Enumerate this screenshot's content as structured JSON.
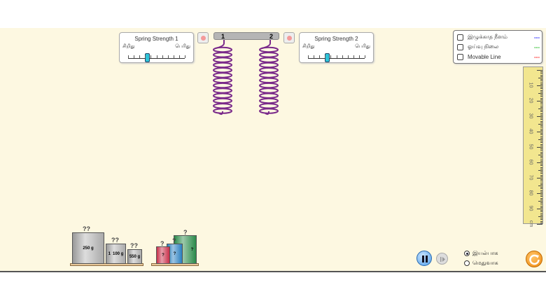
{
  "spring_strength_1": {
    "title": "Spring Strength 1",
    "min_label": "சிறிது",
    "max_label": "பெரிது",
    "value": 0.35
  },
  "spring_strength_2": {
    "title": "Spring Strength 2",
    "min_label": "சிறிது",
    "max_label": "பெரிது",
    "value": 0.35
  },
  "hanger": {
    "label1": "1",
    "label2": "2"
  },
  "options": [
    {
      "label": "இழுக்காத நீளம்",
      "dash": "---",
      "color": "#2222ff",
      "checked": false
    },
    {
      "label": "ஓய்வு நிலை",
      "dash": "---",
      "color": "#22bb22",
      "checked": false
    },
    {
      "label": "Movable Line",
      "dash": "---",
      "color": "#ff2222",
      "checked": false
    }
  ],
  "ruler": {
    "labels": [
      "10",
      "20",
      "30",
      "40",
      "50",
      "60",
      "70",
      "80",
      "90",
      "cm"
    ]
  },
  "masses": {
    "gray": [
      {
        "label": "250 g",
        "hook": "??"
      },
      {
        "label": "100 g",
        "hook": "??",
        "prefix": "1"
      },
      {
        "label": "50 g",
        "hook": "??",
        "prefix": "5"
      }
    ],
    "mystery": [
      {
        "label": "?",
        "hook": "?",
        "color": "#c8304a"
      },
      {
        "label": "?",
        "hook": "?",
        "color": "#2a7fc0"
      },
      {
        "label": "?",
        "hook": "?",
        "color": "#2a8a4a"
      }
    ]
  },
  "speed": {
    "normal": "இயல்பாக",
    "slow": "மெதுவாக",
    "selected": "normal"
  }
}
